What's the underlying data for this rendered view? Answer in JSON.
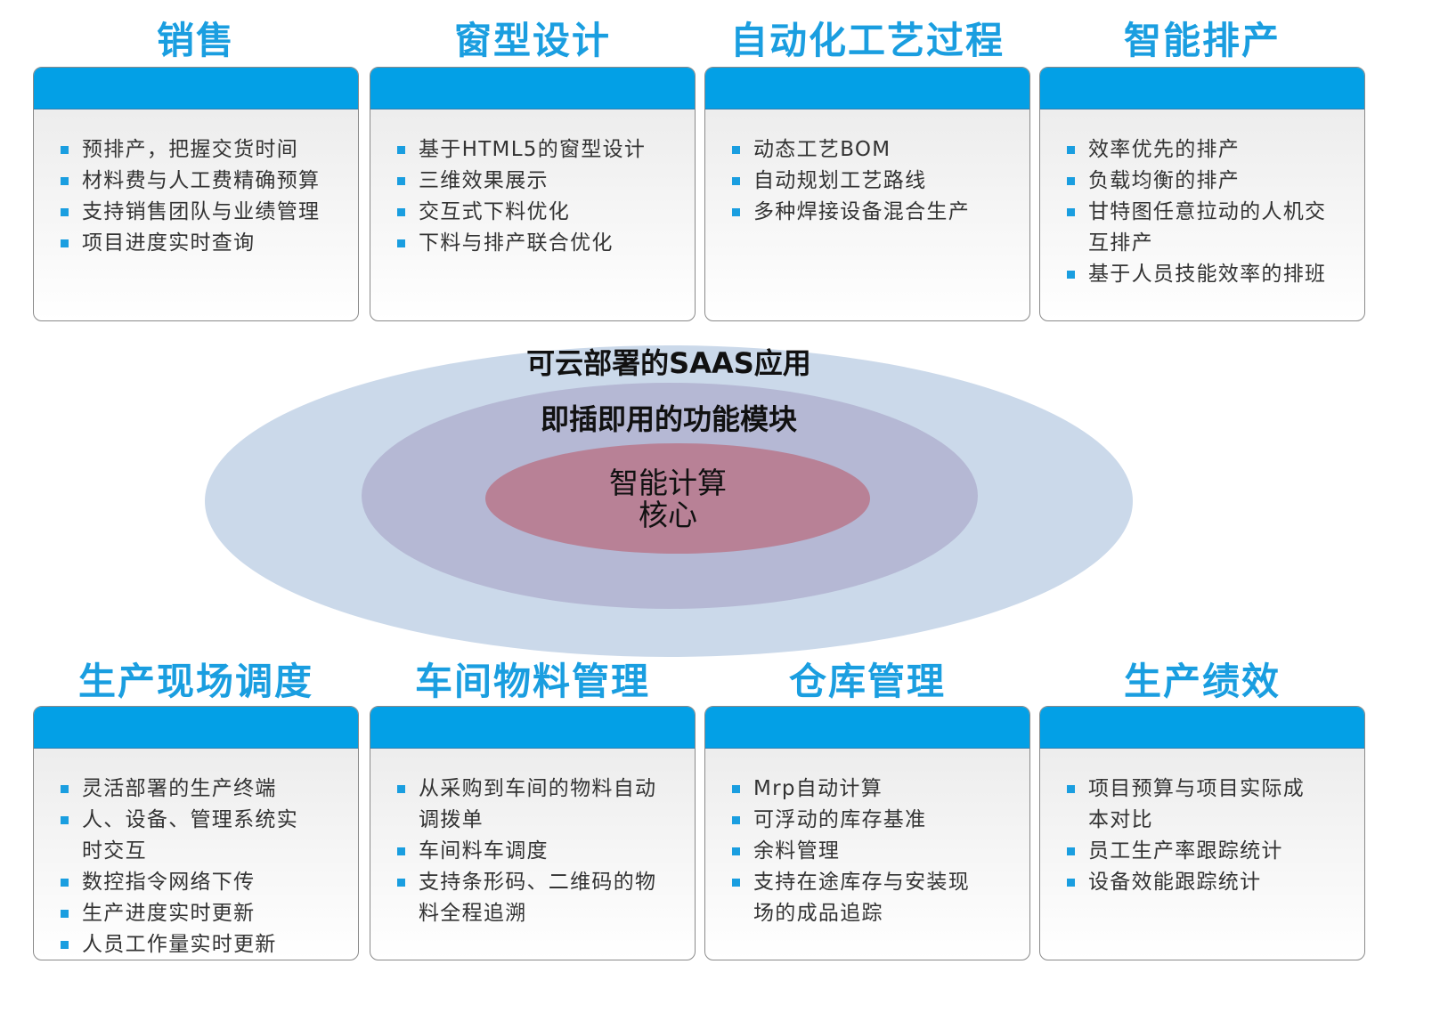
{
  "colors": {
    "accent": "#1a9ee0",
    "bar": "#03a0e6",
    "outer": "#cbd9ea",
    "middle": "#b5b8d4",
    "core": "#b88196"
  },
  "top_modules": [
    {
      "title": "销售",
      "items": [
        [
          "预排产，把握交货时间"
        ],
        [
          "材料费与人工费精确预算"
        ],
        [
          "支持销售团队与业绩管理"
        ],
        [
          "项目进度实时查询"
        ]
      ]
    },
    {
      "title": "窗型设计",
      "items": [
        [
          "基于HTML5的窗型设计"
        ],
        [
          "三维效果展示"
        ],
        [
          "交互式下料优化"
        ],
        [
          "下料与排产联合优化"
        ]
      ]
    },
    {
      "title": "自动化工艺过程",
      "items": [
        [
          "动态工艺BOM"
        ],
        [
          "自动规划工艺路线"
        ],
        [
          "多种焊接设备混合生产"
        ]
      ]
    },
    {
      "title": "智能排产",
      "items": [
        [
          "效率优先的排产"
        ],
        [
          "负载均衡的排产"
        ],
        [
          "甘特图任意拉动的人机交",
          "互排产"
        ],
        [
          "基于人员技能效率的排班"
        ]
      ]
    }
  ],
  "bottom_modules": [
    {
      "title": "生产现场调度",
      "items": [
        [
          "灵活部署的生产终端"
        ],
        [
          "人、设备、管理系统实",
          "时交互"
        ],
        [
          "数控指令网络下传"
        ],
        [
          "生产进度实时更新"
        ],
        [
          "人员工作量实时更新"
        ]
      ]
    },
    {
      "title": "车间物料管理",
      "items": [
        [
          "从采购到车间的物料自动",
          "调拨单"
        ],
        [
          "车间料车调度"
        ],
        [
          "支持条形码、二维码的物",
          "料全程追溯"
        ]
      ]
    },
    {
      "title": "仓库管理",
      "items": [
        [
          "Mrp自动计算"
        ],
        [
          "可浮动的库存基准"
        ],
        [
          "余料管理"
        ],
        [
          "支持在途库存与安装现",
          "场的成品追踪"
        ]
      ]
    },
    {
      "title": "生产绩效",
      "items": [
        [
          "项目预算与项目实际成",
          "本对比"
        ],
        [
          "员工生产率跟踪统计"
        ],
        [
          "设备效能跟踪统计"
        ]
      ]
    }
  ],
  "core": {
    "outer_label": "可云部署的SAAS应用",
    "middle_label": "即插即用的功能模块",
    "core_line1": "智能计算",
    "core_line2": "核心"
  }
}
